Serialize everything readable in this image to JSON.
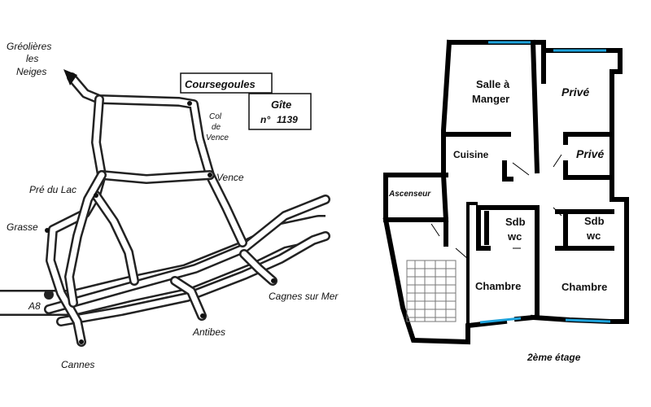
{
  "map": {
    "places": {
      "greolieres_1": "Gréolières",
      "greolieres_2": "les",
      "greolieres_3": "Neiges",
      "coursegoules": "Coursegoules",
      "col_1": "Col",
      "col_2": "de",
      "col_3": "Vence",
      "vence": "Vence",
      "pre_du_lac": "Pré du Lac",
      "grasse": "Grasse",
      "cagnes": "Cagnes sur Mer",
      "antibes": "Antibes",
      "cannes": "Cannes",
      "highway": "A8"
    },
    "gite": {
      "line1": "Gîte",
      "line2_prefix": "n°",
      "line2_number": "1139"
    }
  },
  "floorplan": {
    "rooms": {
      "salle_1": "Salle à",
      "salle_2": "Manger",
      "prive_top": "Privé",
      "prive_mid": "Privé",
      "cuisine": "Cuisine",
      "ascenseur": "Ascenseur",
      "sdb_left_1": "Sdb",
      "sdb_left_2": "wc",
      "sdb_right_1": "Sdb",
      "sdb_right_2": "wc",
      "chambre_left": "Chambre",
      "chambre_right": "Chambre"
    },
    "floor_label": "2ème étage",
    "window_color": "#1ea3dc"
  }
}
